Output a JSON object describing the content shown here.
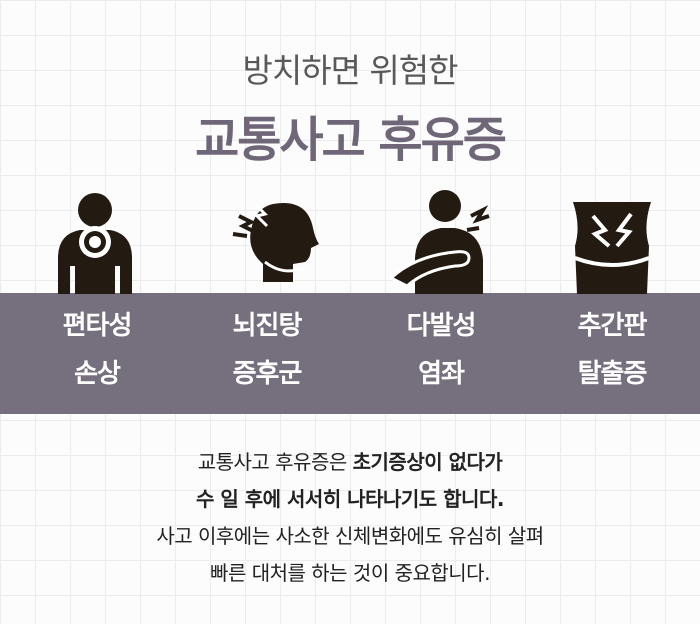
{
  "header": {
    "subtitle": "방치하면 위험한",
    "title": "교통사고 후유증"
  },
  "symptoms": [
    {
      "icon": "neck-pain-icon",
      "line1": "편타성",
      "line2": "손상"
    },
    {
      "icon": "head-injury-icon",
      "line1": "뇌진탕",
      "line2": "증후군"
    },
    {
      "icon": "shoulder-pain-icon",
      "line1": "다발성",
      "line2": "염좌"
    },
    {
      "icon": "waist-pain-icon",
      "line1": "추간판",
      "line2": "탈출증"
    }
  ],
  "description": {
    "line1_normal": "교통사고 후유증은 ",
    "line1_bold": "초기증상이 없다가",
    "line2_bold": "수 일 후에 서서히 나타나기도 합니다.",
    "line3": "사고 이후에는 사소한 신체변화에도 유심히 살펴",
    "line4": "빠른 대처를 하는 것이 중요합니다."
  },
  "colors": {
    "band": "#766f7d",
    "title": "#6f6778",
    "icon": "#231a12"
  }
}
